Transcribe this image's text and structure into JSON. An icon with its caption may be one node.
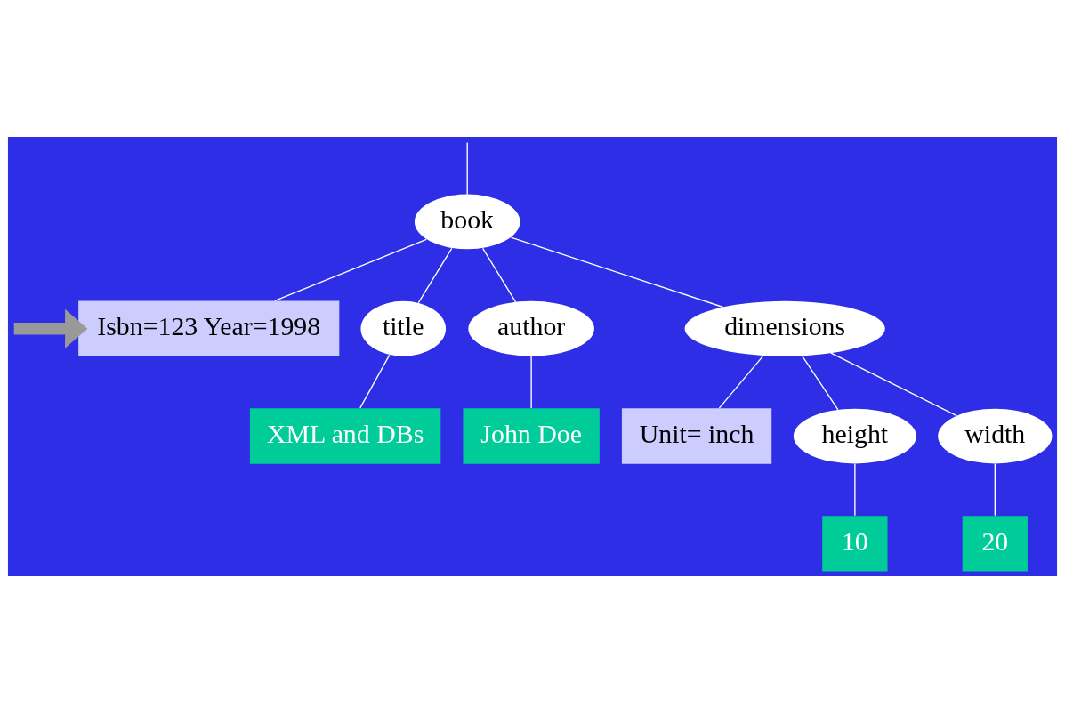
{
  "diagram": {
    "nodes": [
      {
        "text": [
          "book"
        ]
      },
      {
        "text": [
          "Isbn=123 Year=1998"
        ]
      },
      {
        "text": [
          "title"
        ]
      },
      {
        "text": [
          "author"
        ]
      },
      {
        "text": [
          "dimensions"
        ]
      },
      {
        "text": [
          "XML and DBs"
        ]
      },
      {
        "text": [
          "John Doe"
        ]
      },
      {
        "text": [
          "Unit= inch"
        ]
      },
      {
        "text": [
          "height"
        ]
      },
      {
        "text": [
          "width"
        ]
      },
      {
        "text": [
          "10"
        ]
      },
      {
        "text": [
          "20"
        ]
      }
    ],
    "edges": [
      {
        "from": null,
        "to": 0,
        "arrow": "none"
      },
      {
        "from": 0,
        "to": 1,
        "arrow": "none"
      },
      {
        "from": 0,
        "to": 2,
        "arrow": "none"
      },
      {
        "from": 0,
        "to": 3,
        "arrow": "none"
      },
      {
        "from": 0,
        "to": 4,
        "arrow": "none"
      },
      {
        "from": 2,
        "to": 5,
        "arrow": "none"
      },
      {
        "from": 3,
        "to": 6,
        "arrow": "none"
      },
      {
        "from": 4,
        "to": 7,
        "arrow": "none"
      },
      {
        "from": 4,
        "to": 8,
        "arrow": "none"
      },
      {
        "from": 4,
        "to": 9,
        "arrow": "none"
      },
      {
        "from": 8,
        "to": 10,
        "arrow": "none"
      },
      {
        "from": 9,
        "to": 11,
        "arrow": "none"
      },
      {
        "from": null,
        "to": 1,
        "arrow": "to",
        "style": "thick",
        "color": "#999999"
      }
    ]
  }
}
